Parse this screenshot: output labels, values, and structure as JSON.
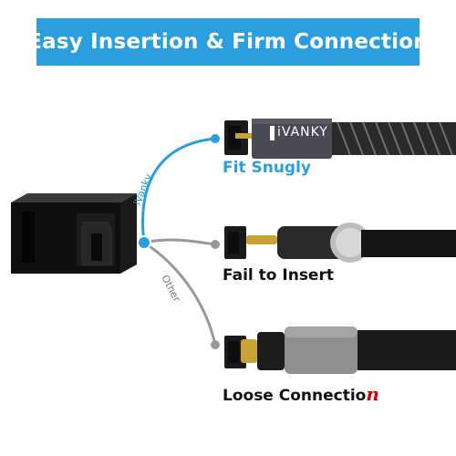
{
  "banner": {
    "title": "Easy Insertion & Firm Connection"
  },
  "branches": {
    "upper": "iVanky",
    "lower": "Other"
  },
  "brand_logo": "iVANKY",
  "options": [
    {
      "label": "Fit Snugly",
      "color": "#2b9fde"
    },
    {
      "label": "Fail to Insert",
      "color": "#111111"
    },
    {
      "label": "Loose Connectio",
      "tail": "n",
      "color": "#111111",
      "tail_color": "#d40000"
    }
  ],
  "colors": {
    "accent": "#2b9fde",
    "branch_gray": "#999999",
    "banner_bg": "#2b9fde"
  }
}
